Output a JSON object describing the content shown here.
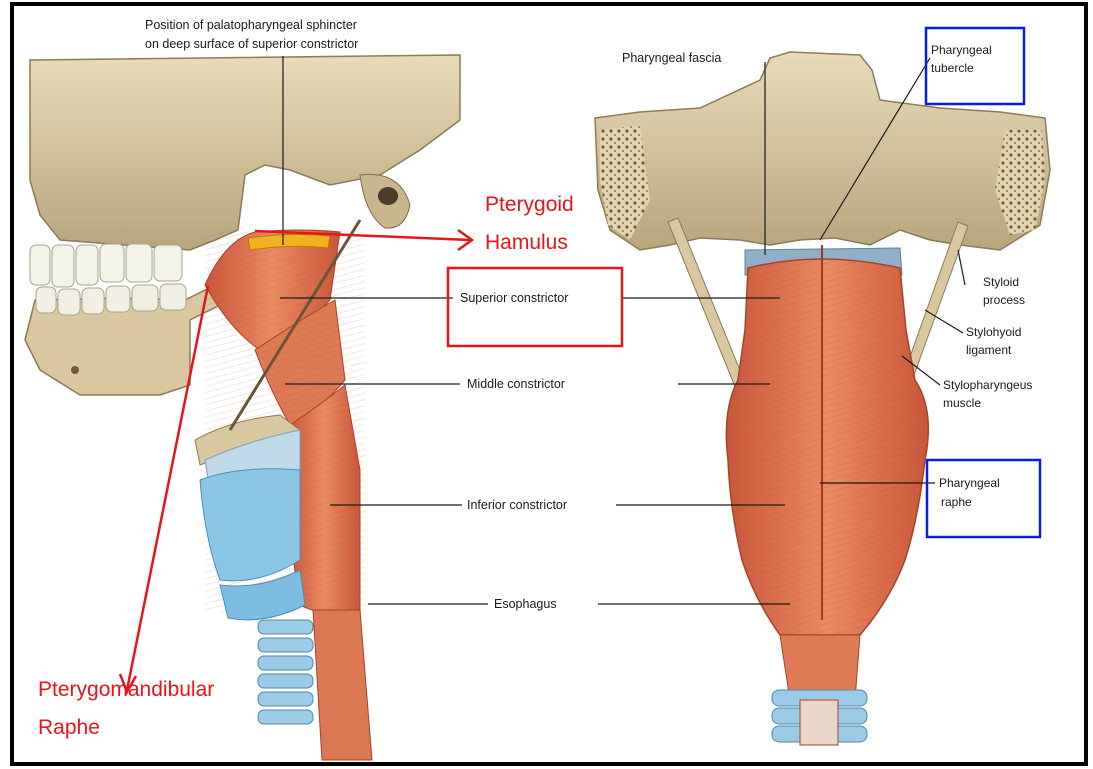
{
  "labels": {
    "palatopharyngeal_line1": "Position of palatopharyngeal sphincter",
    "palatopharyngeal_line2": "on deep surface of superior constrictor",
    "pharyngeal_fascia": "Pharyngeal fascia",
    "pharyngeal_tubercle_line1": "Pharyngeal",
    "pharyngeal_tubercle_line2": "tubercle",
    "superior_constrictor": "Superior constrictor",
    "middle_constrictor": "Middle constrictor",
    "inferior_constrictor": "Inferior constrictor",
    "esophagus": "Esophagus",
    "styloid_line1": "Styloid",
    "styloid_line2": "process",
    "stylohyoid_line1": "Stylohyoid",
    "stylohyoid_line2": "ligament",
    "stylopharyngeus_line1": "Stylopharyngeus",
    "stylopharyngeus_line2": "muscle",
    "pharyngeal_raphe_line1": "Pharyngeal",
    "pharyngeal_raphe_line2": "raphe"
  },
  "annotations": {
    "pterygoid_line1": "Pterygoid",
    "pterygoid_line2": "Hamulus",
    "pterygomandibular_line1": "Pterygomandibular",
    "pterygomandibular_line2": "Raphe"
  },
  "colors": {
    "annotation_red": "#e8141b",
    "highlight_blue": "#0a1ee0",
    "muscle": "#e07a55",
    "bone": "#d9c7a0",
    "cartilage": "#8cc6e6"
  }
}
